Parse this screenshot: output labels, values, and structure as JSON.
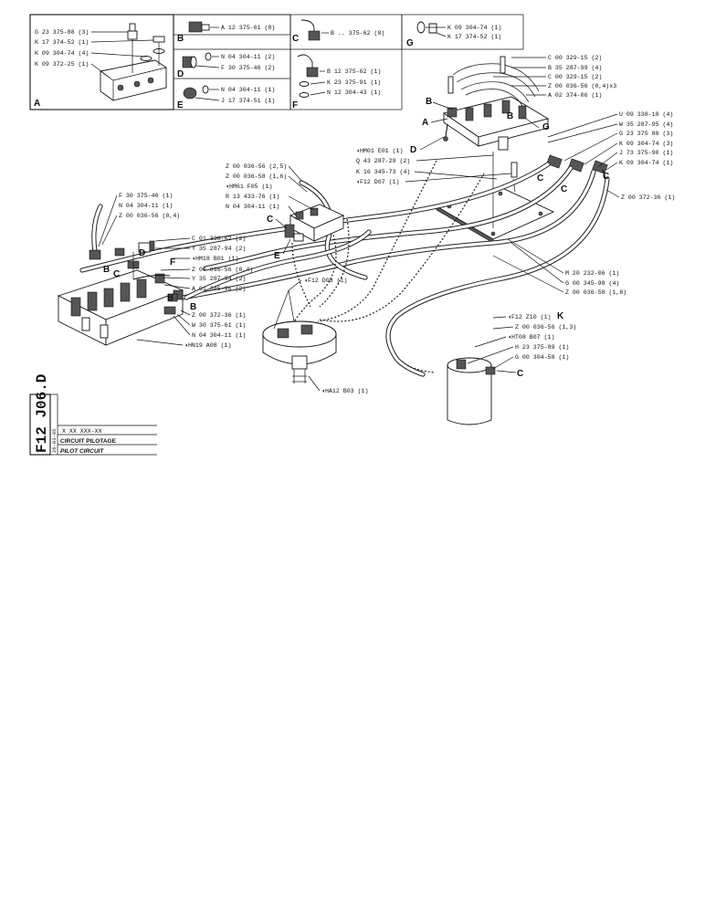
{
  "drawing_code": "F12 J06.D",
  "date_code": "26-03-85",
  "ref_code": "X XX XXX-XX",
  "title_fr": "CIRCUIT PILOTAGE",
  "title_en": "PILOT CIRCUIT",
  "insets": [
    {
      "letter": "A",
      "labels": [
        "G 23 375-88 (3)",
        "K 17 374-52 (1)",
        "K 09 304-74 (4)",
        "K 09 372-25 (1)"
      ]
    },
    {
      "letter": "B",
      "labels": [
        "A 12 375-61 (8)"
      ]
    },
    {
      "letter": "C",
      "labels": [
        "B .. 375-62 (8)"
      ]
    },
    {
      "letter": "G",
      "labels": [
        "K 09 304-74 (1)",
        "K 17 374-52 (1)"
      ]
    },
    {
      "letter": "D",
      "labels": [
        "N 04 304-11 (2)",
        "F 30 375-46 (2)"
      ]
    },
    {
      "letter": "E",
      "labels": [
        "N 04 304-11 (1)",
        "J 17 374-51 (1)"
      ]
    },
    {
      "letter": "F",
      "labels": [
        "B 12 375-62 (1)",
        "K 23 375-91 (1)",
        "N 12 304-43 (1)"
      ]
    }
  ],
  "callouts": {
    "top_right_a": [
      "C 00 329-15 (2)",
      "B 35 287-99 (4)",
      "C 00 329-15 (2)",
      "Z 00 036-56 (0,4)x3",
      "A 02 374-06 (1)"
    ],
    "right_fittings": [
      "U 09 338-18 (4)",
      "W 35 287-95 (4)",
      "G 23 375 88 (3)",
      "K 09 304-74 (3)",
      "J 73 375-90 (1)",
      "K 09 304-74 (1)"
    ],
    "right_hose": "Z 00 372-36 (1)",
    "center_left": [
      "◖HM01 E01 (1)",
      "Q 43 287-29 (2)",
      "K 16 345-73 (4)",
      "◖F12 D07 (1)"
    ],
    "center_top": [
      "Z 00 036-56 (2,5)",
      "Z 00 036-58 (1,6)",
      "◖HM61 F05 (1)",
      "R 13 433-76 (1)",
      "N 04 304-11 (1)"
    ],
    "left_top": [
      "F 30 375-46 (1)",
      "N 04 304-11 (1)",
      "Z 00 036-56 (0,4)"
    ],
    "left_mid": [
      "C 01 338-62 (2)",
      "Y 35 287-94 (2)",
      "◖HM18 B01 (1)",
      "Z 00 036-56 (0,4)",
      "Y 35 287-94 (2)",
      "A 01 345-96 (2)"
    ],
    "left_low": [
      "Z 00 372-36 (1)",
      "W 30 375-61 (1)",
      "N 04 304-11 (1)",
      "◖HN19 A08 (1)"
    ],
    "f12_d08": "◖F12 D08 (1)",
    "ha12": "◖HA12 B03 (1)",
    "bottom_right_a": [
      "M 20 232-06 (1)",
      "G 00 345-98 (4)",
      "Z 00 036-58 (1,8)"
    ],
    "bottom_right_b": [
      "◖F12 Z10 (1)",
      "Z 00 036-56 (1,3)",
      "◖HT08 B07 (1)",
      "H 23 375-89 (1)",
      "G 00 304-58 (1)"
    ],
    "k_letter": "K"
  },
  "letters": {
    "A": "A",
    "B": "B",
    "C": "C",
    "D": "D",
    "E": "E",
    "F": "F",
    "G": "G"
  }
}
